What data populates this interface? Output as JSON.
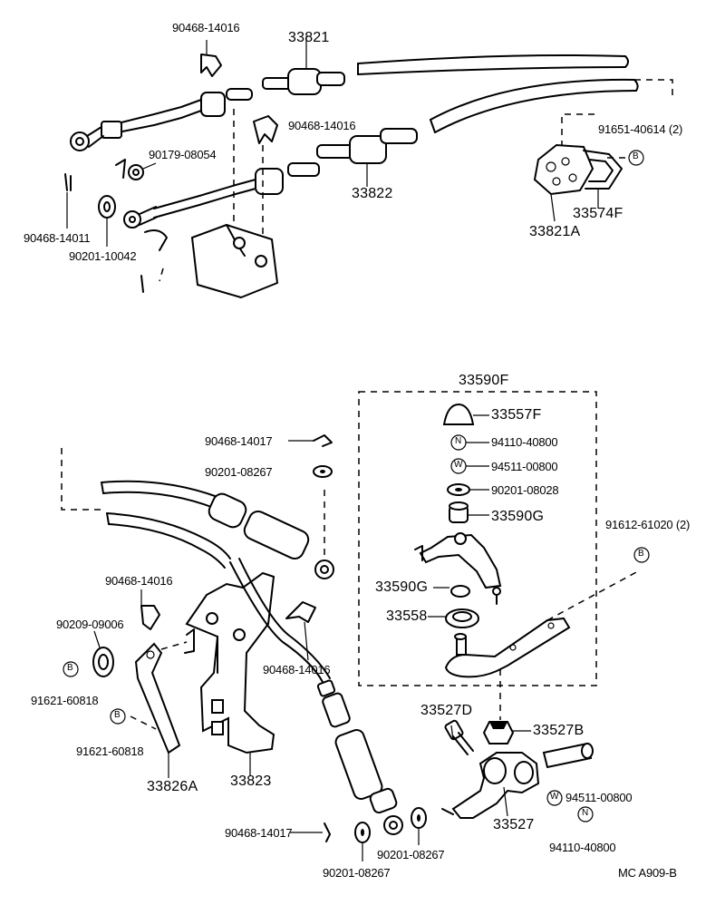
{
  "labels": {
    "p90468_14016_a": "90468-14016",
    "p33821": "33821",
    "p90468_14016_b": "90468-14016",
    "p90179_08054": "90179-08054",
    "p33822": "33822",
    "p91651_40614": "91651-40614 (2)",
    "p33574F": "33574F",
    "p33821A": "33821A",
    "p90468_14011": "90468-14011",
    "p90201_10042": "90201-10042",
    "p33590F": "33590F",
    "p33557F": "33557F",
    "p94110_40800_a": "94110-40800",
    "p94511_00800_a": "94511-00800",
    "p90201_08028": "90201-08028",
    "p33590G_a": "33590G",
    "p90468_14017_a": "90468-14017",
    "p90201_08267_a": "90201-08267",
    "p91612_61020": "91612-61020 (2)",
    "p33590G_b": "33590G",
    "p33558": "33558",
    "p90468_14016_c": "90468-14016",
    "p90209_09006": "90209-09006",
    "p91621_60818_a": "91621-60818",
    "p91621_60818_b": "91621-60818",
    "p90468_14016_d": "90468-14016",
    "p33826A": "33826A",
    "p33823": "33823",
    "p33527D": "33527D",
    "p33527B": "33527B",
    "p33527": "33527",
    "p94511_00800_b": "94511-00800",
    "p94110_40800_b": "94110-40800",
    "p90468_14017_b": "90468-14017",
    "p90201_08267_b": "90201-08267",
    "p90201_08267_c": "90201-08267",
    "footer_code": "MC  A909-B"
  },
  "symbols": {
    "b1": "B",
    "b2": "B",
    "b3": "B",
    "b4": "B",
    "n1": "N",
    "n2": "N",
    "w1": "W",
    "w2": "W"
  }
}
